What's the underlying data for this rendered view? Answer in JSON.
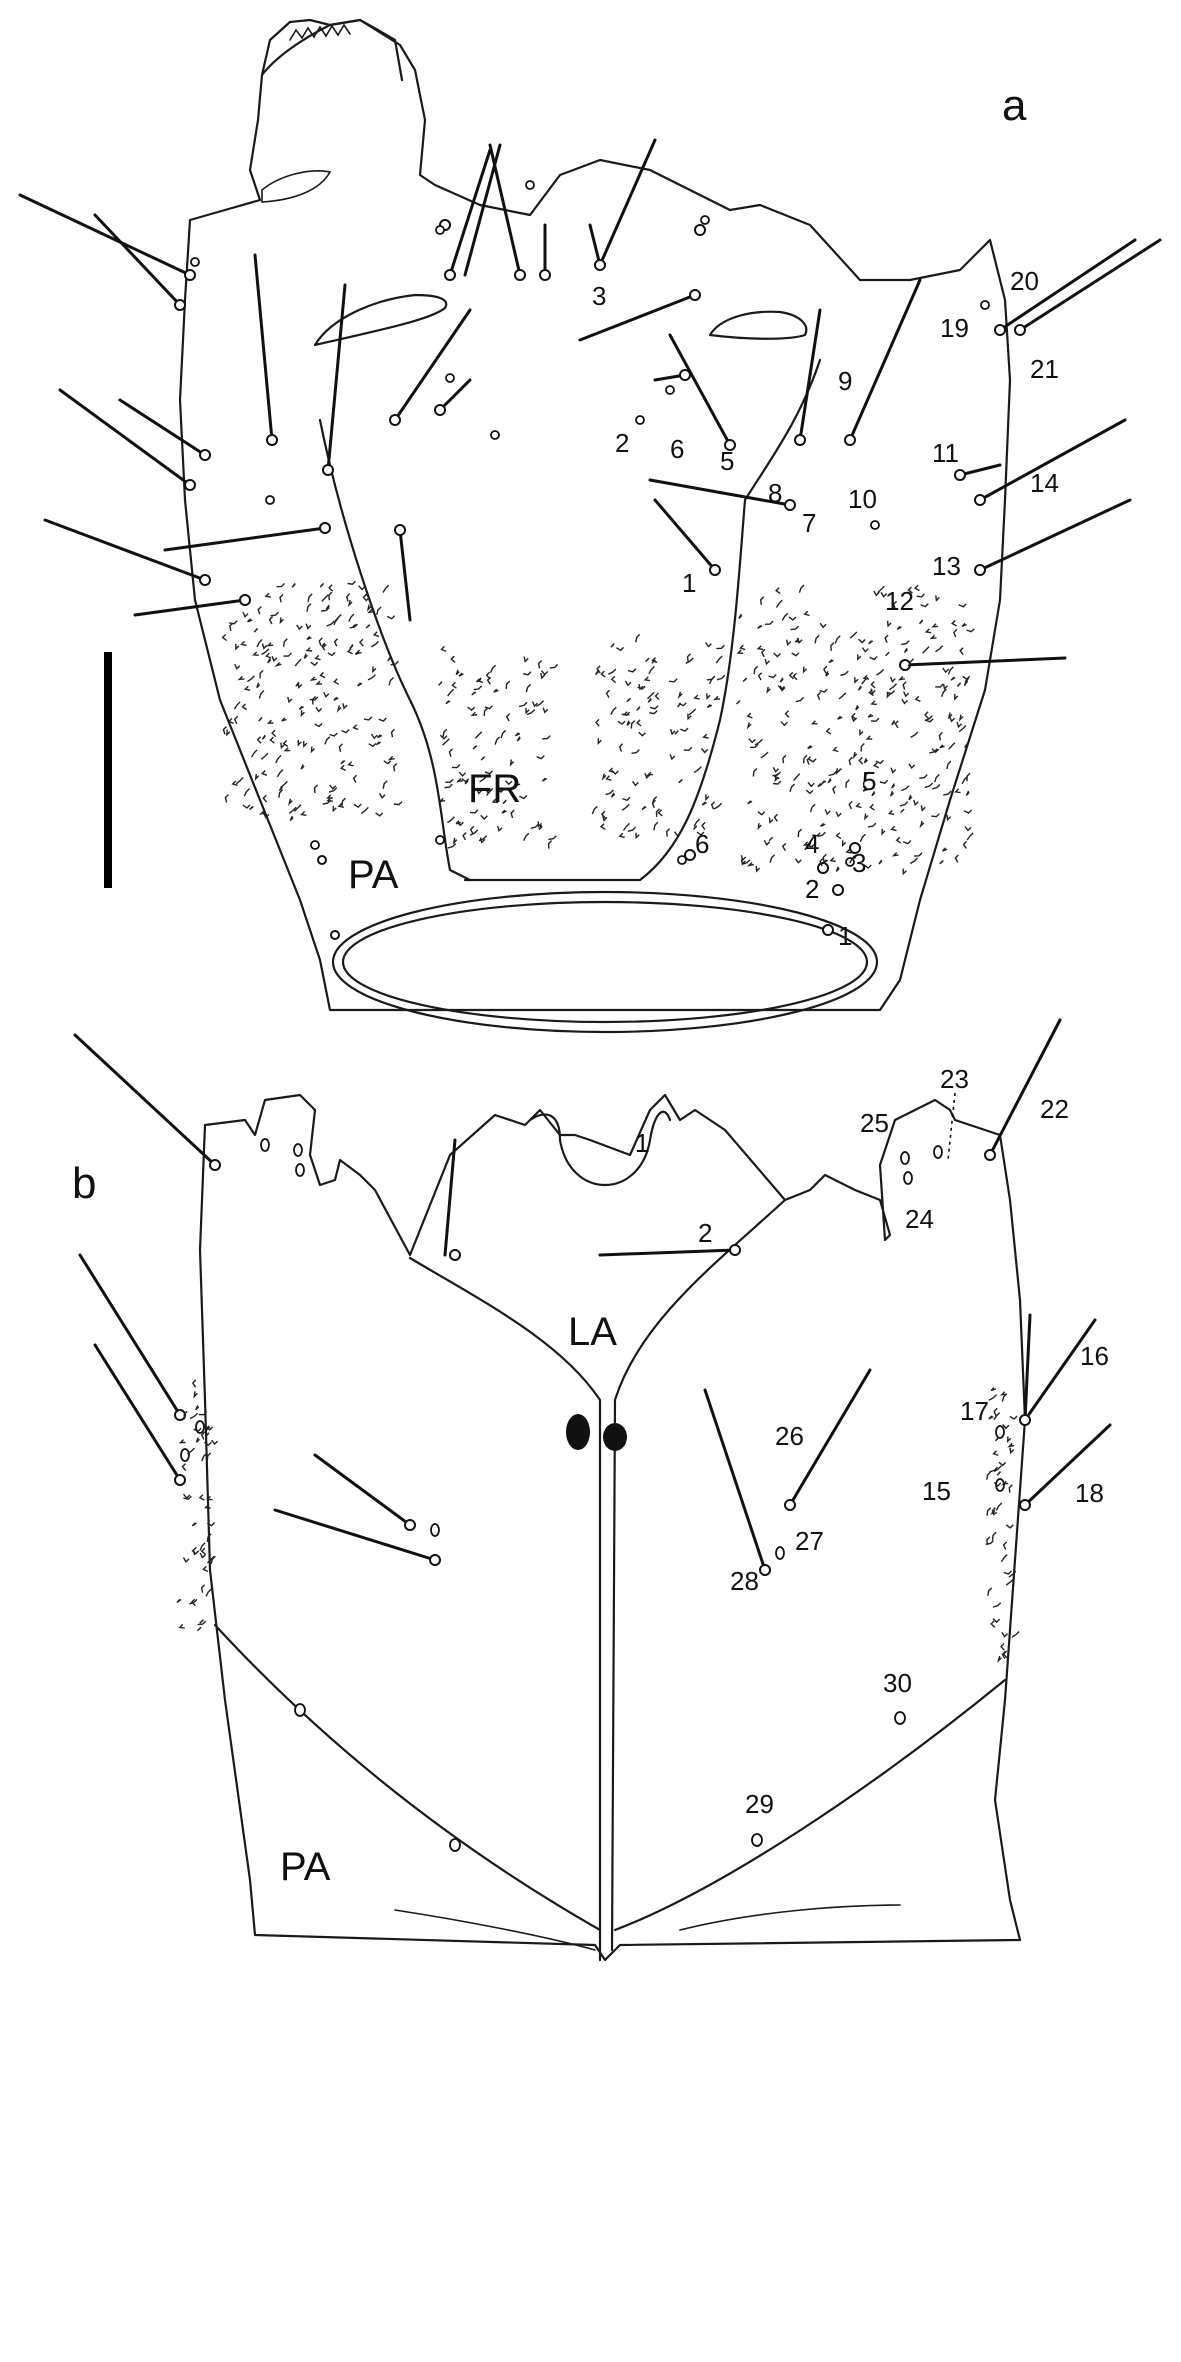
{
  "panels": [
    {
      "id": "a",
      "panel_label": "a",
      "region_labels": [
        "FR",
        "PA"
      ],
      "numbers": [
        "1",
        "2",
        "3",
        "5",
        "6",
        "7",
        "8",
        "9",
        "10",
        "11",
        "12",
        "13",
        "14",
        "19",
        "20",
        "21"
      ],
      "lower_numbers": [
        "1",
        "2",
        "3",
        "4",
        "5",
        "6"
      ]
    },
    {
      "id": "b",
      "panel_label": "b",
      "region_labels": [
        "LA",
        "PA"
      ],
      "numbers": [
        "1",
        "2",
        "15",
        "16",
        "17",
        "18",
        "22",
        "23",
        "24",
        "25",
        "26",
        "27",
        "28",
        "29",
        "30"
      ]
    }
  ]
}
